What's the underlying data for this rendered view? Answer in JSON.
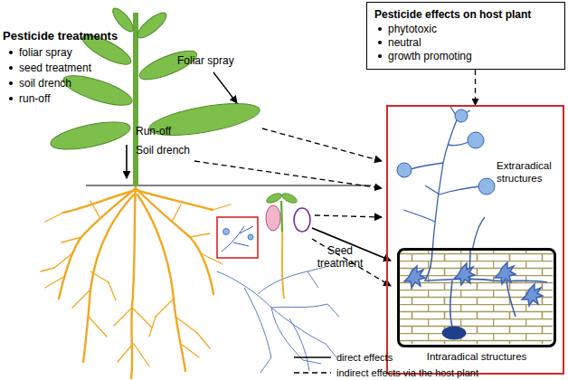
{
  "diagram": {
    "nodes": [
      {
        "text": [
          "Pesticide effects on host plant",
          "phytotoxic",
          "neutral",
          "growth promoting"
        ]
      },
      {
        "text": [
          "Extraradical structures"
        ]
      },
      {
        "text": [
          "Intraradical structures"
        ],
        "in": 1
      }
    ],
    "edges": [
      {
        "from": 0,
        "to": 1,
        "arrow": "to"
      }
    ],
    "labels": [
      "Pesticide treatments",
      "foliar spray",
      "seed treatment",
      "soil drench",
      "run-off",
      "Foliar spray",
      "Run-off",
      "Soil drench",
      "Seed treatment"
    ],
    "legend": [
      {
        "text": "direct effects"
      },
      {
        "text": "indirect effects via the host plant"
      }
    ]
  }
}
